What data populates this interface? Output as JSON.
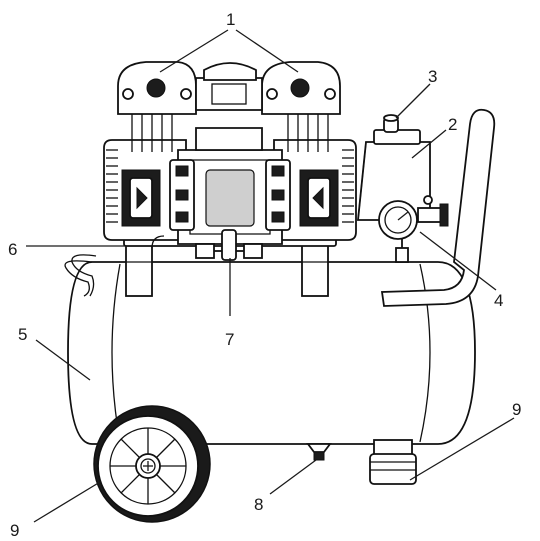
{
  "diagram": {
    "callouts": [
      {
        "id": "c1",
        "label": "1"
      },
      {
        "id": "c2",
        "label": "2"
      },
      {
        "id": "c3",
        "label": "3"
      },
      {
        "id": "c4",
        "label": "4"
      },
      {
        "id": "c5",
        "label": "5"
      },
      {
        "id": "c6",
        "label": "6"
      },
      {
        "id": "c7",
        "label": "7"
      },
      {
        "id": "c8",
        "label": "8"
      },
      {
        "id": "c9a",
        "label": "9"
      },
      {
        "id": "c9b",
        "label": "9"
      }
    ]
  }
}
